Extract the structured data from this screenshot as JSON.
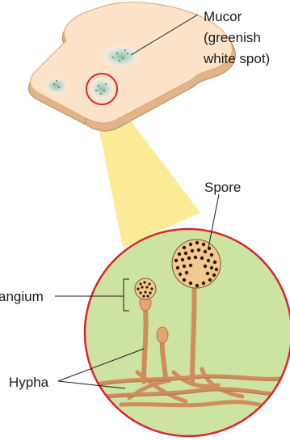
{
  "labels": {
    "mucor_line1": "Mucor",
    "mucor_line2": "(greenish",
    "mucor_line3": "white spot)",
    "spore": "Spore",
    "sporangium": "angium",
    "hypha": "Hypha"
  },
  "colors": {
    "bread_crust": "#e1b48a",
    "bread_face": "#fbe2c8",
    "highlight_ring": "#d8262e",
    "magnifier_beam": "#fbe98c",
    "magnified_bg": "#cde3a1",
    "hypha": "#cf8d5e",
    "spore": "#2b1a0c"
  }
}
